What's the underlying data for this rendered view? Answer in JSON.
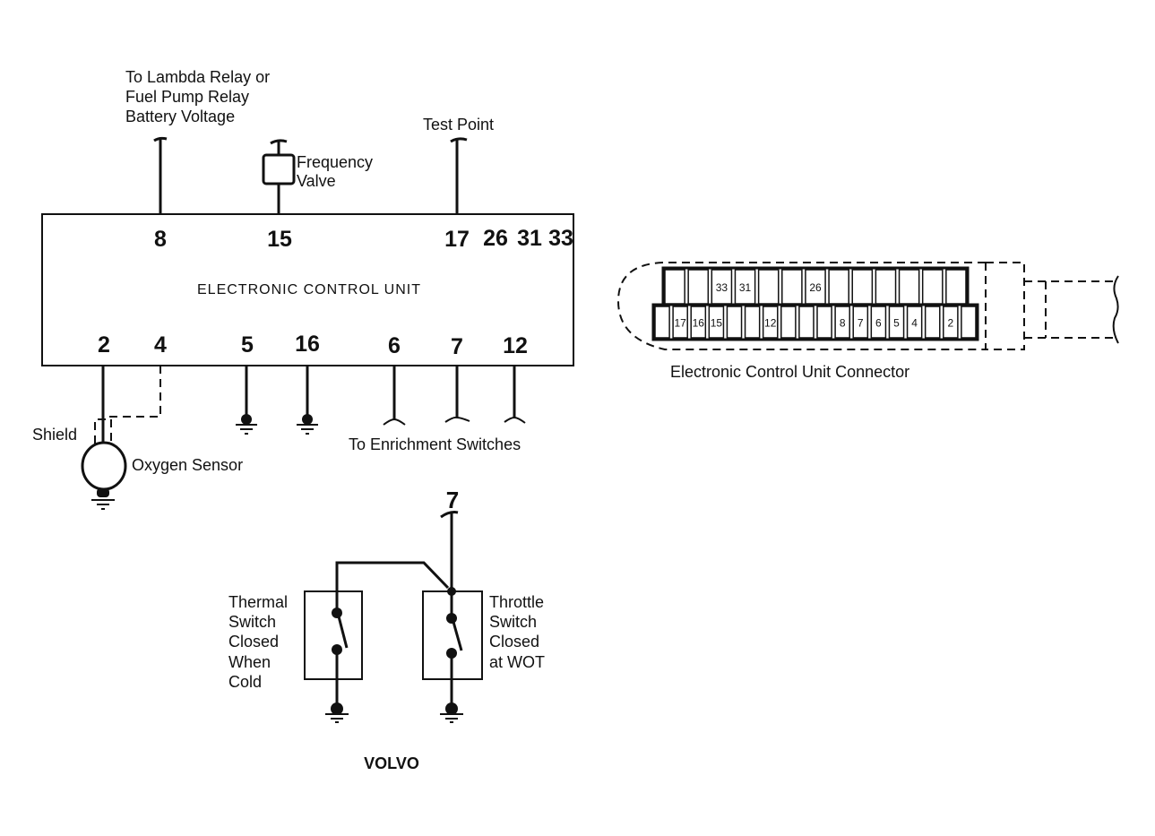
{
  "diagram": {
    "brand_label": "VOLVO",
    "ecu": {
      "title": "ELECTRONIC CONTROL UNIT",
      "top_pins": [
        "8",
        "15",
        "17",
        "26",
        "31",
        "33"
      ],
      "bottom_pins": [
        "2",
        "4",
        "5",
        "16",
        "6",
        "7",
        "12"
      ]
    },
    "labels": {
      "lambda_relay": [
        "To Lambda Relay or",
        "Fuel Pump Relay",
        "Battery Voltage"
      ],
      "frequency_valve": [
        "Frequency",
        "Valve"
      ],
      "test_point": "Test Point",
      "shield": "Shield",
      "oxygen_sensor": "Oxygen Sensor",
      "enrichment_switches": "To Enrichment Switches",
      "thermal_switch": [
        "Thermal",
        "Switch",
        "Closed",
        "When",
        "Cold"
      ],
      "throttle_switch": [
        "Throttle",
        "Switch",
        "Closed",
        "at WOT"
      ],
      "switch_feed_pin": "7"
    },
    "connector": {
      "caption": "Electronic Control Unit Connector",
      "top_row": [
        "",
        "",
        "33",
        "31",
        "",
        "",
        "26",
        "",
        "",
        "",
        "",
        "",
        ""
      ],
      "bottom_row": [
        "",
        "17",
        "16",
        "15",
        "",
        "",
        "12",
        "",
        "",
        "",
        "8",
        "7",
        "6",
        "5",
        "4",
        "",
        "2",
        ""
      ]
    }
  }
}
